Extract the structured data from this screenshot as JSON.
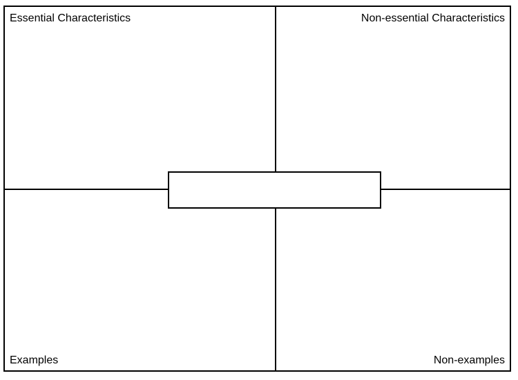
{
  "quadrants": {
    "top_left": "Essential Characteristics",
    "top_right": "Non-essential Characteristics",
    "bottom_left": "Examples",
    "bottom_right": "Non-examples"
  },
  "center": {
    "term": ""
  }
}
